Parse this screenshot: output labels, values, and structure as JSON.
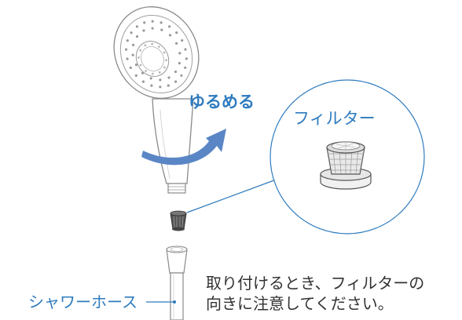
{
  "labels": {
    "loosen": "ゆるめる",
    "filter": "フィルター",
    "shower_hose": "シャワーホース",
    "note_line1": "取り付けるとき、フィルターの",
    "note_line2": "向きに注意してください。"
  },
  "colors": {
    "accent_blue": "#2e7bbf",
    "arrow_blue": "#5b86c5",
    "outline_gray": "#8a8a8a",
    "filter_dark": "#444444",
    "text_dark": "#333333"
  },
  "icons": {
    "rotation_arrow": "curved-arrow-icon",
    "filter_small": "filter-icon",
    "filter_large": "filter-closeup-icon"
  }
}
